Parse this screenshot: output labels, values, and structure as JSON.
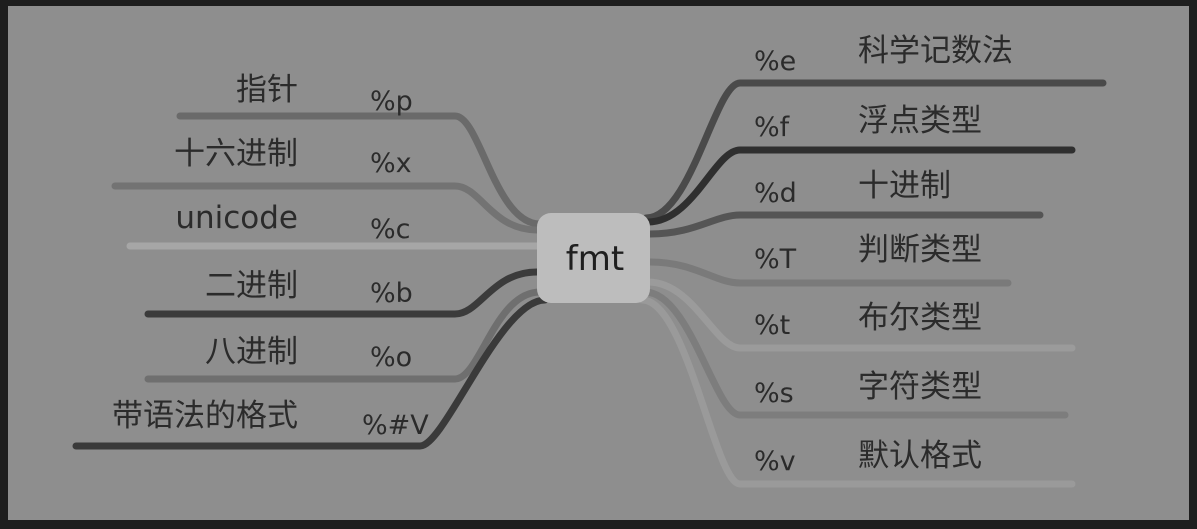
{
  "center": {
    "label": "fmt"
  },
  "colors": {
    "frame": "#1e1e1e",
    "panel": "#8e8e8e",
    "center_box": "#bdbdbd",
    "text": "#2b2b2b"
  },
  "left_branches": [
    {
      "label": "指针",
      "spec": "%p",
      "color": "#6a6a6a"
    },
    {
      "label": "十六进制",
      "spec": "%x",
      "color": "#737373"
    },
    {
      "label": "unicode",
      "spec": "%c",
      "color": "#a6a6a6"
    },
    {
      "label": "二进制",
      "spec": "%b",
      "color": "#3b3b3b"
    },
    {
      "label": "八进制",
      "spec": "%o",
      "color": "#6f6f6f"
    },
    {
      "label": "带语法的格式",
      "spec": "%#V",
      "color": "#3a3a3a"
    }
  ],
  "right_branches": [
    {
      "label": "科学记数法",
      "spec": "%e",
      "color": "#4a4a4a"
    },
    {
      "label": "浮点类型",
      "spec": "%f",
      "color": "#2f2f2f"
    },
    {
      "label": "十进制",
      "spec": "%d",
      "color": "#555555"
    },
    {
      "label": "判断类型",
      "spec": "%T",
      "color": "#7a7a7a"
    },
    {
      "label": "布尔类型",
      "spec": "%t",
      "color": "#9b9b9b"
    },
    {
      "label": "字符类型",
      "spec": "%s",
      "color": "#7d7d7d"
    },
    {
      "label": "默认格式",
      "spec": "%v",
      "color": "#9a9a9a"
    }
  ]
}
